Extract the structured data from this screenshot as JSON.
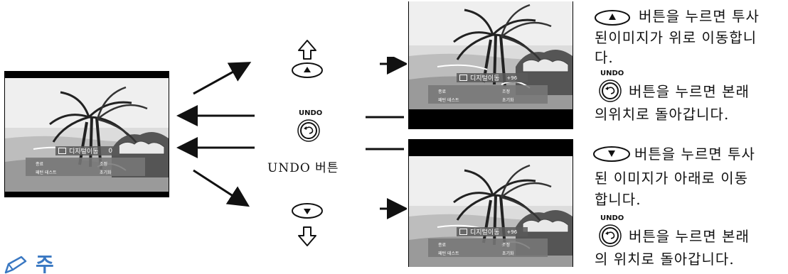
{
  "screens": {
    "osd_title": "디지털이동",
    "left_value": "0",
    "upper_value": "+96",
    "lower_value": "+96",
    "menu": {
      "item1": "종료",
      "item2": "조정",
      "item3": "패턴 테스트",
      "item4": "초기화"
    }
  },
  "center": {
    "undo_badge": "UNDO",
    "undo_caption": "UNDO 버튼"
  },
  "right_text": {
    "up_line1": "버튼을 누르면 투사",
    "up_line2": "된이미지가 위로 이동합니",
    "up_line3": "다.",
    "undo_label": "UNDO",
    "undo_line1": "버튼을 누르면 본래",
    "undo_line2": "의위치로 돌아갑니다.",
    "down_line1": "버튼을 누르면 투사",
    "down_line2": "된 이미지가 아래로 이동",
    "down_line3": "합니다.",
    "undo2_label": "UNDO",
    "undo2_line1": "버튼을 누르면 본래",
    "undo2_line2": "의 위치로 돌아갑니다."
  },
  "footer": {
    "note_glyph": "주"
  },
  "colors": {
    "screen_bg": "#000000",
    "ink": "#111111",
    "osd_bar": "#e1e1e1",
    "menu_bg": "#787878"
  }
}
